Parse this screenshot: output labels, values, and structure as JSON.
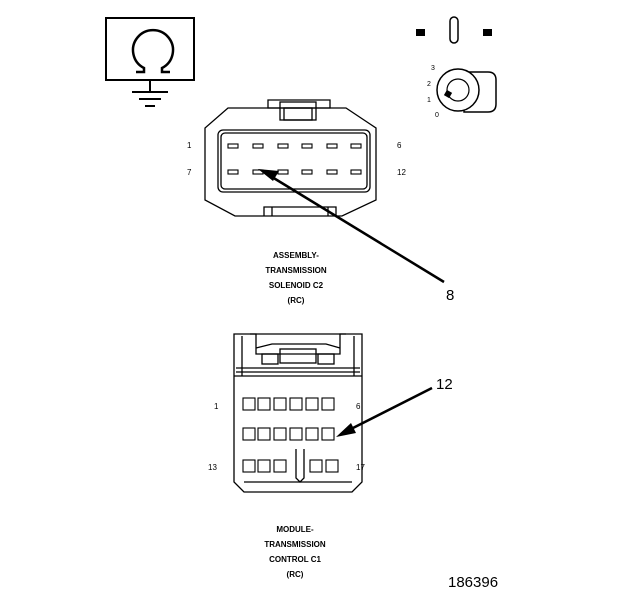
{
  "symbols": {
    "ohmmeter": "ohmmeter-ground-icon",
    "ignition": "ignition-key-off-icon"
  },
  "ignition_positions": [
    "3",
    "2",
    "1",
    "0"
  ],
  "solenoid_connector": {
    "pin_first": "1",
    "pin_sixth": "6",
    "pin_seventh": "7",
    "pin_last": "12",
    "callout": "8",
    "label_lines": [
      "ASSEMBLY-",
      "TRANSMISSION",
      "SOLENOID C2",
      "(RC)"
    ]
  },
  "tcm_connector": {
    "pin_first": "1",
    "pin_sixth": "6",
    "pin_thirteenth": "13",
    "pin_last": "17",
    "callout": "12",
    "label_lines": [
      "MODULE-",
      "TRANSMISSION",
      "CONTROL C1",
      "(RC)"
    ]
  },
  "figure_number": "186396"
}
